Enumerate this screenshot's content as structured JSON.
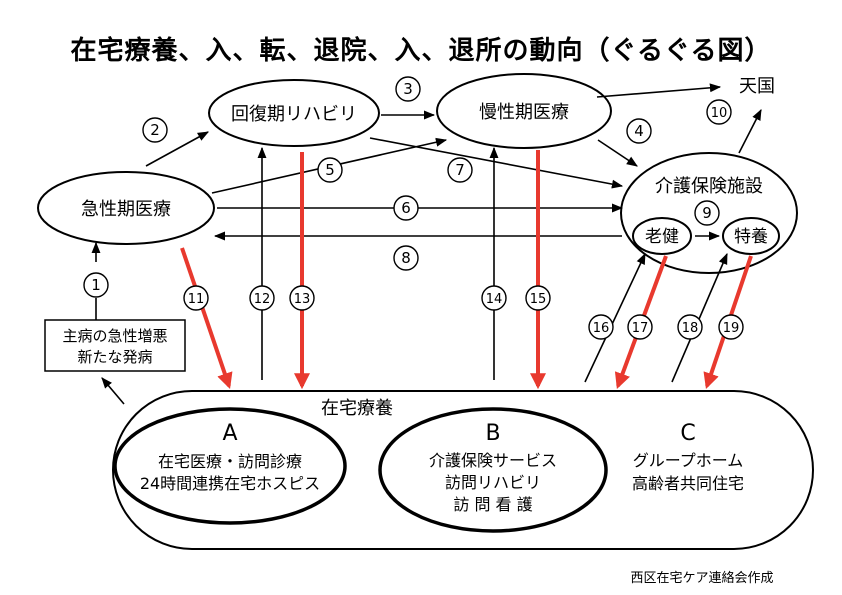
{
  "title": "在宅療養、入、転、退院、入、退所の動向（ぐるぐる図）",
  "colors": {
    "arrow": "#000000",
    "red_arrow": "#e8392e"
  },
  "nodes": {
    "acute": "急性期医療",
    "rehab": "回復期リハビリ",
    "chronic": "慢性期医療",
    "heaven": "天国",
    "facility": "介護保険施設",
    "rouken": "老健",
    "tokuyo": "特養",
    "onset_line1": "主病の急性増悪",
    "onset_line2": "新たな発病"
  },
  "home": {
    "label": "在宅療養",
    "a_letter": "A",
    "a_line1": "在宅医療・訪問診療",
    "a_line2": "24時間連携在宅ホスピス",
    "b_letter": "B",
    "b_line1": "介護保険サービス",
    "b_line2": "訪問リハビリ",
    "b_line3": "訪 問 看 護",
    "c_letter": "C",
    "c_line1": "グループホーム",
    "c_line2": "高齢者共同住宅"
  },
  "markers": [
    "1",
    "2",
    "3",
    "4",
    "5",
    "6",
    "7",
    "8",
    "9",
    "10",
    "11",
    "12",
    "13",
    "14",
    "15",
    "16",
    "17",
    "18",
    "19"
  ],
  "credit": "西区在宅ケア連絡会作成"
}
